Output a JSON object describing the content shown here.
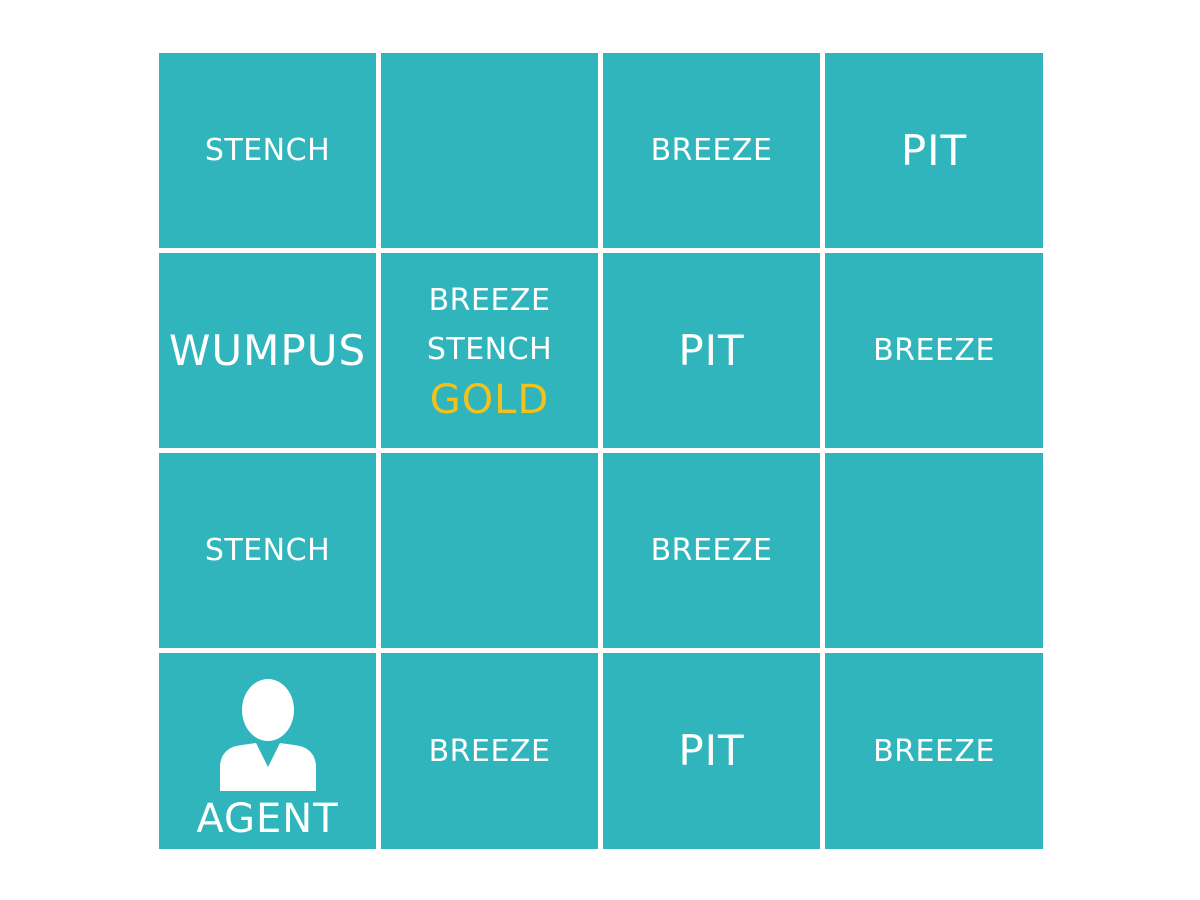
{
  "colors": {
    "cell_background": "#31b5bd",
    "text": "#ffffff",
    "gold": "#f2c21a",
    "grid_lines": "#ffffff"
  },
  "board": {
    "rows": [
      {
        "cells": [
          {
            "lines": [
              "STENCH"
            ]
          },
          {
            "lines": []
          },
          {
            "lines": [
              "BREEZE"
            ]
          },
          {
            "lines": [
              "PIT"
            ]
          }
        ]
      },
      {
        "cells": [
          {
            "lines": [
              "WUMPUS"
            ]
          },
          {
            "lines": [
              "BREEZE",
              "STENCH",
              "GOLD"
            ]
          },
          {
            "lines": [
              "PIT"
            ]
          },
          {
            "lines": [
              "BREEZE"
            ]
          }
        ]
      },
      {
        "cells": [
          {
            "lines": [
              "STENCH"
            ]
          },
          {
            "lines": []
          },
          {
            "lines": [
              "BREEZE"
            ]
          },
          {
            "lines": []
          }
        ]
      },
      {
        "cells": [
          {
            "lines": [
              "AGENT"
            ],
            "icon": "person-icon"
          },
          {
            "lines": [
              "BREEZE"
            ]
          },
          {
            "lines": [
              "PIT"
            ]
          },
          {
            "lines": [
              "BREEZE"
            ]
          }
        ]
      }
    ]
  }
}
